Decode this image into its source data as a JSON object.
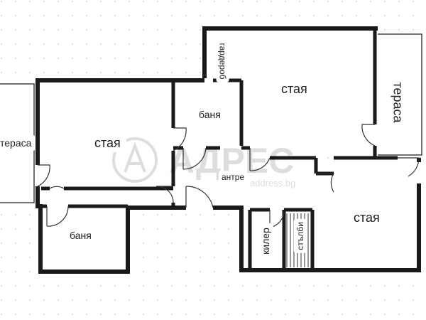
{
  "rooms": {
    "room_left": "стая",
    "room_top_right": "стая",
    "room_bottom_right": "стая",
    "bath_top": "баня",
    "bath_bottom": "баня",
    "wardrobe": "гардероб",
    "hall": "антре",
    "closet": "килер",
    "stairs": "стълби",
    "terrace_left": "тераса",
    "terrace_right": "тераса"
  },
  "watermark": {
    "brand": "АДРЕС",
    "site": "address.bg"
  }
}
